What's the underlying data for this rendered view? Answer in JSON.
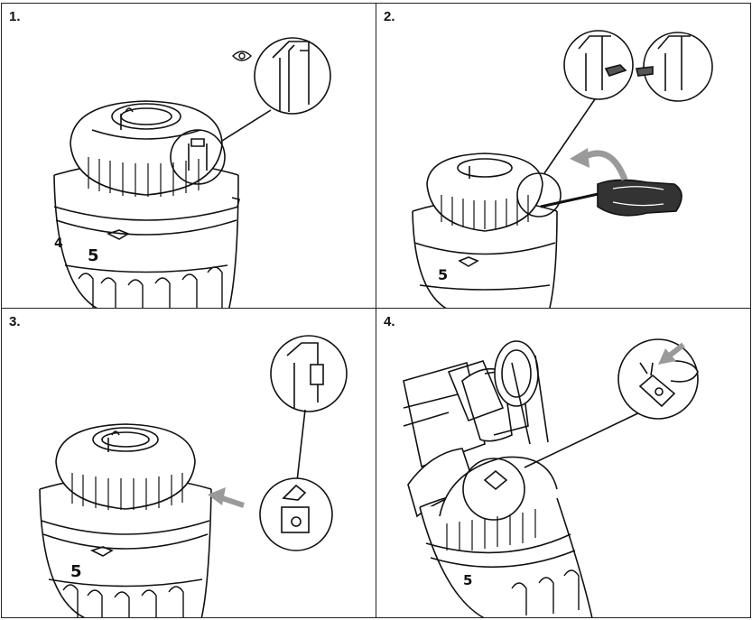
{
  "steps": [
    {
      "label": "1.",
      "dial_main": "5",
      "dial_side": "4"
    },
    {
      "label": "2.",
      "dial_main": "5"
    },
    {
      "label": "3.",
      "dial_main": "5"
    },
    {
      "label": "4.",
      "dial_main": "5"
    }
  ],
  "colors": {
    "line": "#111111",
    "arrow": "#9a9a9a",
    "handle": "#333333"
  },
  "icons": [
    "eye-icon",
    "screwdriver-icon",
    "rotate-arrow-icon",
    "insert-arrow-icon",
    "press-arrow-icon"
  ]
}
